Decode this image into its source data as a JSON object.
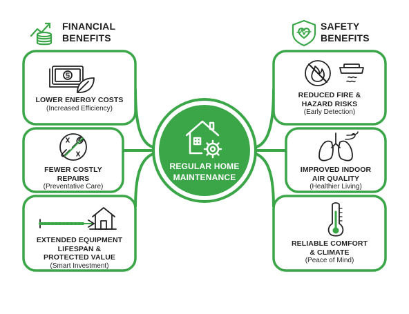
{
  "colors": {
    "accent": "#3aa648",
    "accent_dark": "#2f8f3c",
    "text": "#1f1f1f"
  },
  "headings": {
    "financial": {
      "line1": "FINANCIAL",
      "line2": "BENEFITS",
      "icon": "growth-coins-icon"
    },
    "safety": {
      "line1": "SAFETY",
      "line2": "BENEFITS",
      "icon": "heart-shield-icon"
    }
  },
  "center": {
    "line1": "REGULAR HOME",
    "line2": "MAINTENANCE",
    "icon": "house-gear-icon"
  },
  "cards": {
    "energy": {
      "title": "LOWER ENERGY COSTS",
      "sub": "(Increased Efficiency)",
      "icon": "money-leaf-icon"
    },
    "repairs": {
      "title1": "FEWER COSTLY",
      "title2": "REPAIRS",
      "sub": "(Preventative Care)",
      "icon": "broken-wrench-icon"
    },
    "lifespan": {
      "title1": "EXTENDED EQUIPMENT",
      "title2": "LIFESPAN &",
      "title3": "PROTECTED VALUE",
      "sub": "(Smart Investment)",
      "icon": "timeline-house-icon"
    },
    "fire": {
      "title1": "REDUCED FIRE &",
      "title2": "HAZARD RISKS",
      "sub": "(Early Detection)",
      "icon": "no-fire-smoke-detector-icon"
    },
    "air": {
      "title1": "IMPROVED INDOOR",
      "title2": "AIR QUALITY",
      "sub": "(Healthier Living)",
      "icon": "lungs-wind-icon"
    },
    "comfort": {
      "title1": "RELIABLE COMFORT",
      "title2": "& CLIMATE",
      "sub": "(Peace of Mind)",
      "icon": "thermometer-icon"
    }
  }
}
